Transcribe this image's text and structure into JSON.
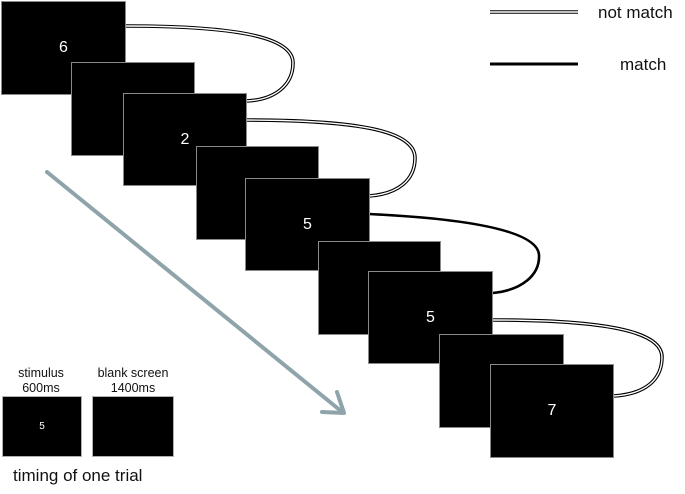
{
  "legend": {
    "not_match_label": "not match",
    "match_label": "match"
  },
  "sequence": [
    {
      "digit": "6"
    },
    {
      "digit": ""
    },
    {
      "digit": "2"
    },
    {
      "digit": ""
    },
    {
      "digit": "5"
    },
    {
      "digit": ""
    },
    {
      "digit": "5"
    },
    {
      "digit": ""
    },
    {
      "digit": "7"
    }
  ],
  "comparisons": [
    {
      "from": 0,
      "to": 2,
      "type": "not match"
    },
    {
      "from": 2,
      "to": 4,
      "type": "not match"
    },
    {
      "from": 4,
      "to": 6,
      "type": "match"
    },
    {
      "from": 6,
      "to": 8,
      "type": "not match"
    }
  ],
  "timing": {
    "stimulus_label": "stimulus",
    "stimulus_duration": "600ms",
    "stimulus_example_digit": "5",
    "blank_label": "blank screen",
    "blank_duration": "1400ms",
    "title": "timing of one trial"
  },
  "colors": {
    "screen": "#000000",
    "screen_border": "#8a8a8a",
    "arrow": "#8fa3aa",
    "line": "#000000"
  }
}
